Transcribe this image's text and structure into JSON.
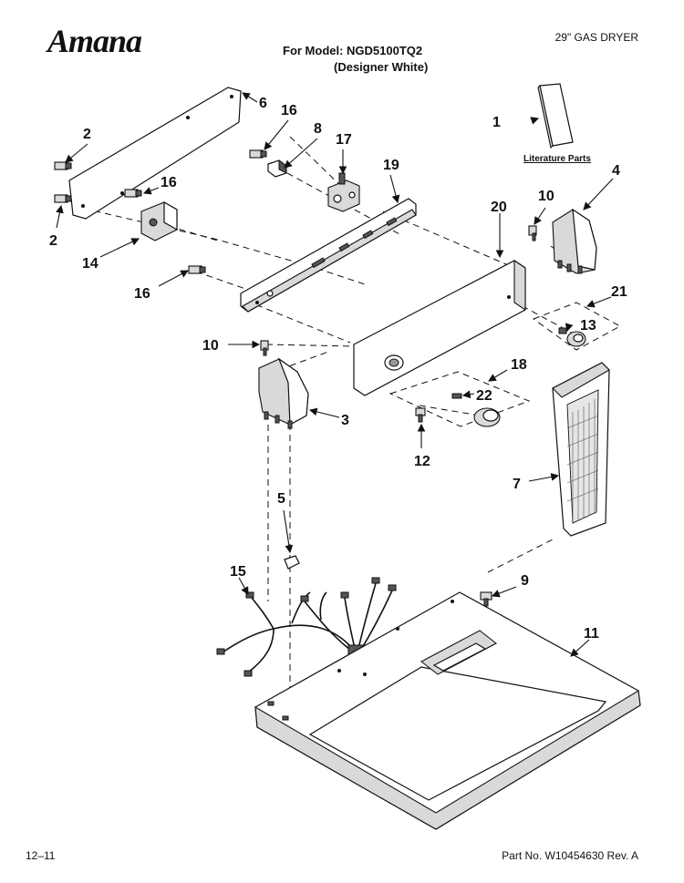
{
  "header": {
    "brand": "Amana",
    "product": "29\" GAS DRYER",
    "model_line": "For Model: NGD5100TQ2",
    "variant_line": "(Designer White)"
  },
  "diagram": {
    "literature_label": "Literature Parts",
    "callouts": {
      "c1": "1",
      "c2a": "2",
      "c2b": "2",
      "c3": "3",
      "c4": "4",
      "c5": "5",
      "c6": "6",
      "c7": "7",
      "c8": "8",
      "c9": "9",
      "c10a": "10",
      "c10b": "10",
      "c11": "11",
      "c12": "12",
      "c13": "13",
      "c14": "14",
      "c15": "15",
      "c16a": "16",
      "c16b": "16",
      "c16c": "16",
      "c17": "17",
      "c18": "18",
      "c19": "19",
      "c20": "20",
      "c21": "21",
      "c22": "22"
    }
  },
  "footer": {
    "date": "12–11",
    "part_number": "Part No. W10454630 Rev. A"
  }
}
